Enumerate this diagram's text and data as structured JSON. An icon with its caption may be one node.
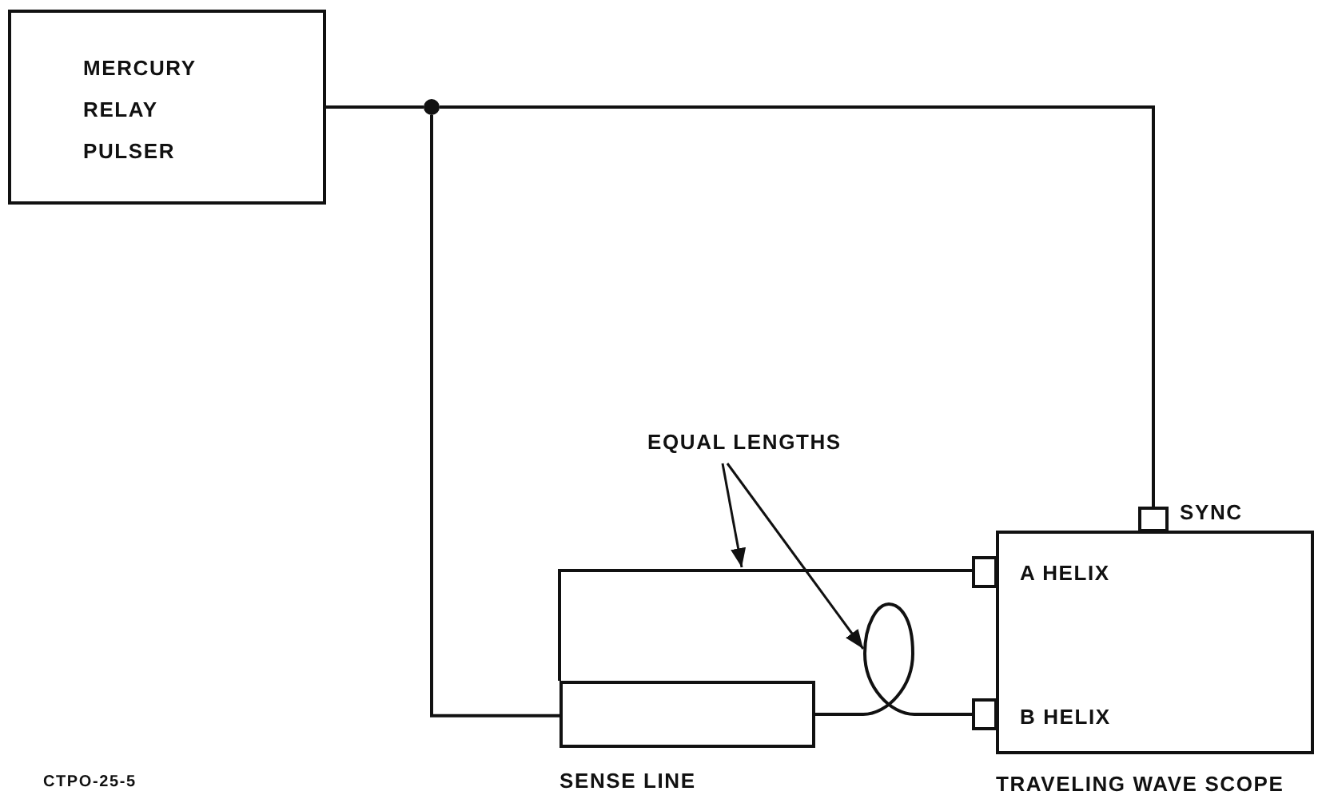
{
  "diagram": {
    "nodes": [
      {
        "text": [
          "MERCURY RELAY PULSER"
        ]
      },
      {
        "text": [],
        "shape": "circle"
      },
      {
        "text": [],
        "shape": "box",
        "beside": [
          "SENSE LINE"
        ]
      },
      {
        "text": [
          "A HELIX",
          "B HELIX"
        ],
        "beside": [
          "TRAVELING WAVE SCOPE"
        ]
      },
      {
        "text": [],
        "shape": "box",
        "beside": [
          "SYNC"
        ]
      },
      {
        "text": [],
        "shape": "box"
      },
      {
        "text": [],
        "shape": "box"
      },
      {
        "text": [
          "EQUAL LENGTHS"
        ]
      }
    ],
    "edges": [
      {
        "from": 0,
        "to": 1,
        "arrow": "none"
      },
      {
        "from": 1,
        "to": 4,
        "arrow": "none"
      },
      {
        "from": 1,
        "to": 2,
        "arrow": "none"
      },
      {
        "from": 2,
        "to": 5,
        "arrow": "none"
      },
      {
        "from": 2,
        "to": 6,
        "arrow": "none"
      },
      {
        "from": 7,
        "to": null,
        "arrow": "to"
      },
      {
        "from": 7,
        "to": null,
        "arrow": "to"
      }
    ],
    "labels": [
      "CTPO-25-5"
    ]
  }
}
